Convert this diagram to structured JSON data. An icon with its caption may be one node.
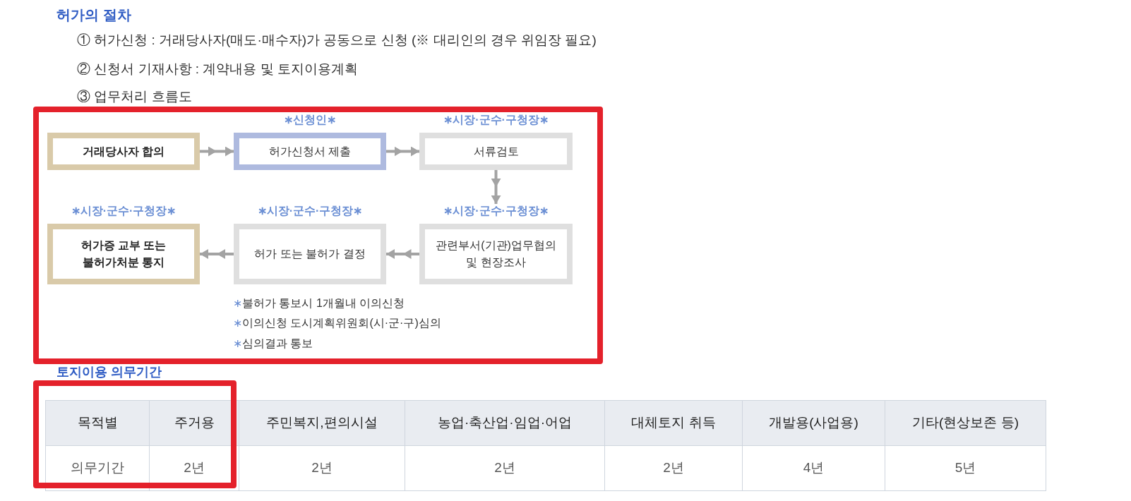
{
  "diagram": {
    "title": "허가의 절차",
    "nodes": [
      {
        "text": [],
        "shape": "box"
      },
      {
        "text": [
          "거래당사자 합의"
        ],
        "in": 0
      },
      {
        "text": [
          "허가신청서 제출"
        ],
        "beside": [
          "∗신청인∗"
        ],
        "in": 0
      },
      {
        "text": [
          "서류검토"
        ],
        "beside": [
          "∗시장·군수·구청장∗"
        ],
        "in": 0
      },
      {
        "text": [
          "허가증 교부 또는 불허가처분 통지"
        ],
        "beside": [
          "∗시장·군수·구청장∗"
        ],
        "in": 0
      },
      {
        "text": [
          "허가 또는 불허가 결정"
        ],
        "beside": [
          "∗시장·군수·구청장∗"
        ],
        "in": 0
      },
      {
        "text": [
          "관련부서(기관)업무협의 및 현장조사"
        ],
        "beside": [
          "∗시장·군수·구청장∗"
        ],
        "in": 0
      },
      {
        "text": [],
        "shape": "box"
      }
    ],
    "edges": [
      {
        "from": 1,
        "to": 2,
        "arrow": "to"
      },
      {
        "from": 2,
        "to": 3,
        "arrow": "to"
      },
      {
        "from": 3,
        "to": 6,
        "arrow": "to"
      },
      {
        "from": 6,
        "to": 5,
        "arrow": "to"
      },
      {
        "from": 5,
        "to": 4,
        "arrow": "to"
      }
    ],
    "labels": [
      "① 허가신청 : 거래당사자(매도·매수자)가 공동으로 신청 (※ 대리인의 경우 위임장 필요)",
      "② 신청서 기재사항 : 계약내용 및 토지이용계획",
      "③ 업무처리 흐름도",
      "∗불허가 통보시 1개월내 이의신청",
      "∗이의신청 도시계획위원회(시·군·구)심의",
      "∗심의결과 통보",
      "토지이용 의무기간",
      "목적별",
      "주거용",
      "주민복지,편의시설",
      "농업·축산업·임업·어업",
      "대체토지 취득",
      "개발용(사업용)",
      "기타(현상보존 등)",
      "의무기간",
      "2년",
      "2년",
      "2년",
      "2년",
      "4년",
      "5년"
    ]
  }
}
